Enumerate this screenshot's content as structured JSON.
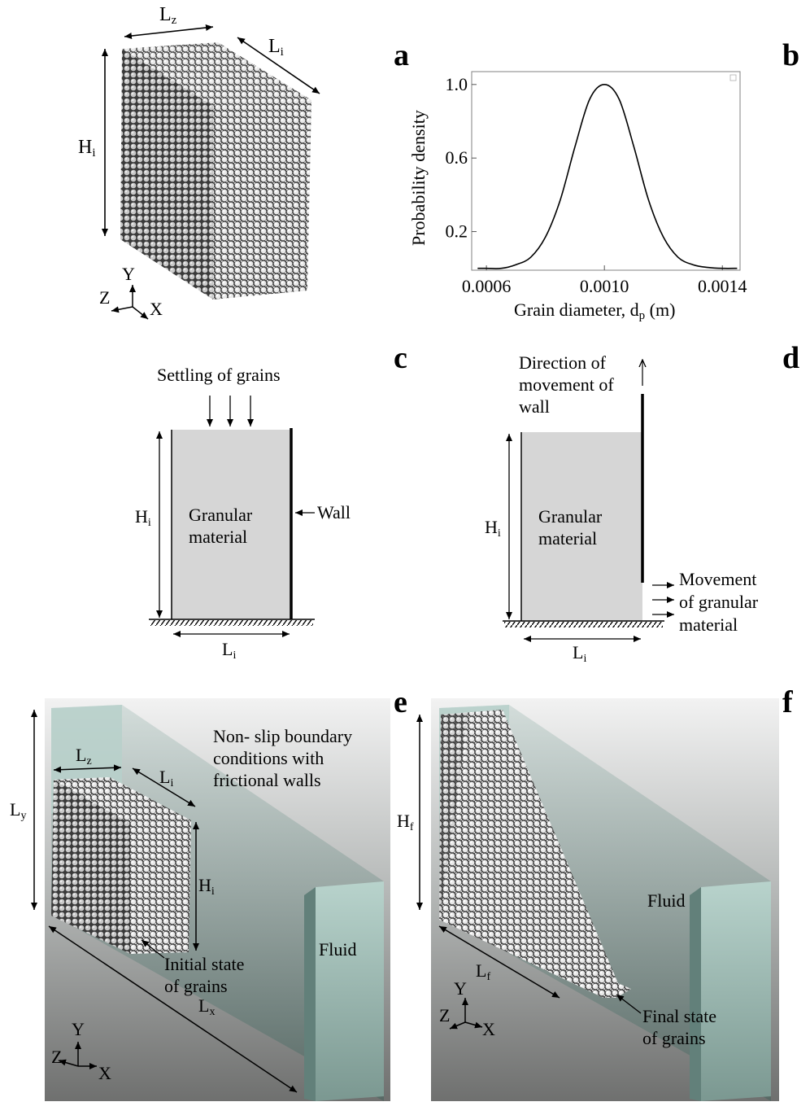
{
  "panel_letters": [
    "a",
    "b",
    "c",
    "d",
    "e",
    "f"
  ],
  "panel_a": {
    "dims": {
      "lz": "L",
      "lz_sub": "z",
      "li": "L",
      "li_sub": "i",
      "hi": "H",
      "hi_sub": "i"
    },
    "axes": {
      "x": "X",
      "y": "Y",
      "z": "Z"
    }
  },
  "panel_b": {
    "chart_data": {
      "type": "line",
      "xlabel": "Grain diameter, d",
      "xlabel_sub": "p",
      "xlabel_unit": " (m)",
      "ylabel": "Probability density",
      "xlim": [
        0.00055,
        0.00146
      ],
      "ylim": [
        -0.01,
        1.07
      ],
      "x_ticks": [
        "0.0006",
        "0.0010",
        "0.0014"
      ],
      "x_tick_values": [
        0.0006,
        0.001,
        0.0014
      ],
      "y_ticks": [
        "0.2",
        "0.6",
        "1.0"
      ],
      "y_tick_values": [
        0.2,
        0.6,
        1.0
      ],
      "series": [
        {
          "x": [
            0.00057,
            0.0006,
            0.00065,
            0.0007,
            0.00075,
            0.0008,
            0.00085,
            0.0009,
            0.00095,
            0.001,
            0.00105,
            0.0011,
            0.00115,
            0.0012,
            0.00125,
            0.0013,
            0.00135,
            0.0014,
            0.00145
          ],
          "y": [
            0.0,
            0.0,
            0.0,
            0.02,
            0.06,
            0.17,
            0.37,
            0.66,
            0.92,
            1.0,
            0.92,
            0.66,
            0.37,
            0.17,
            0.06,
            0.02,
            0.005,
            0.0,
            0.0
          ]
        }
      ]
    }
  },
  "panel_c": {
    "settling": "Settling of grains",
    "material_line1": "Granular",
    "material_line2": "material",
    "wall": "Wall",
    "hi": "H",
    "hi_sub": "i",
    "li": "L",
    "li_sub": "i"
  },
  "panel_d": {
    "direction_line1": "Direction of",
    "direction_line2": "movement of",
    "direction_line3": "wall",
    "material_line1": "Granular",
    "material_line2": "material",
    "movement_line1": "Movement",
    "movement_line2": "of granular",
    "movement_line3": "material",
    "hi": "H",
    "hi_sub": "i",
    "li": "L",
    "li_sub": "i"
  },
  "panel_e": {
    "boundary_line1": "Non- slip boundary",
    "boundary_line2": "conditions with",
    "boundary_line3": "frictional walls",
    "fluid": "Fluid",
    "initial_line1": "Initial state",
    "initial_line2": "of grains",
    "lz": "L",
    "lz_sub": "z",
    "li": "L",
    "li_sub": "i",
    "ly": "L",
    "ly_sub": "y",
    "hi": "H",
    "hi_sub": "i",
    "lx": "L",
    "lx_sub": "x",
    "axes": {
      "x": "X",
      "y": "Y",
      "z": "Z"
    }
  },
  "panel_f": {
    "fluid": "Fluid",
    "final_line1": "Final state",
    "final_line2": "of grains",
    "hf": "H",
    "hf_sub": "f",
    "lf": "L",
    "lf_sub": "f",
    "axes": {
      "x": "X",
      "y": "Y",
      "z": "Z"
    }
  }
}
